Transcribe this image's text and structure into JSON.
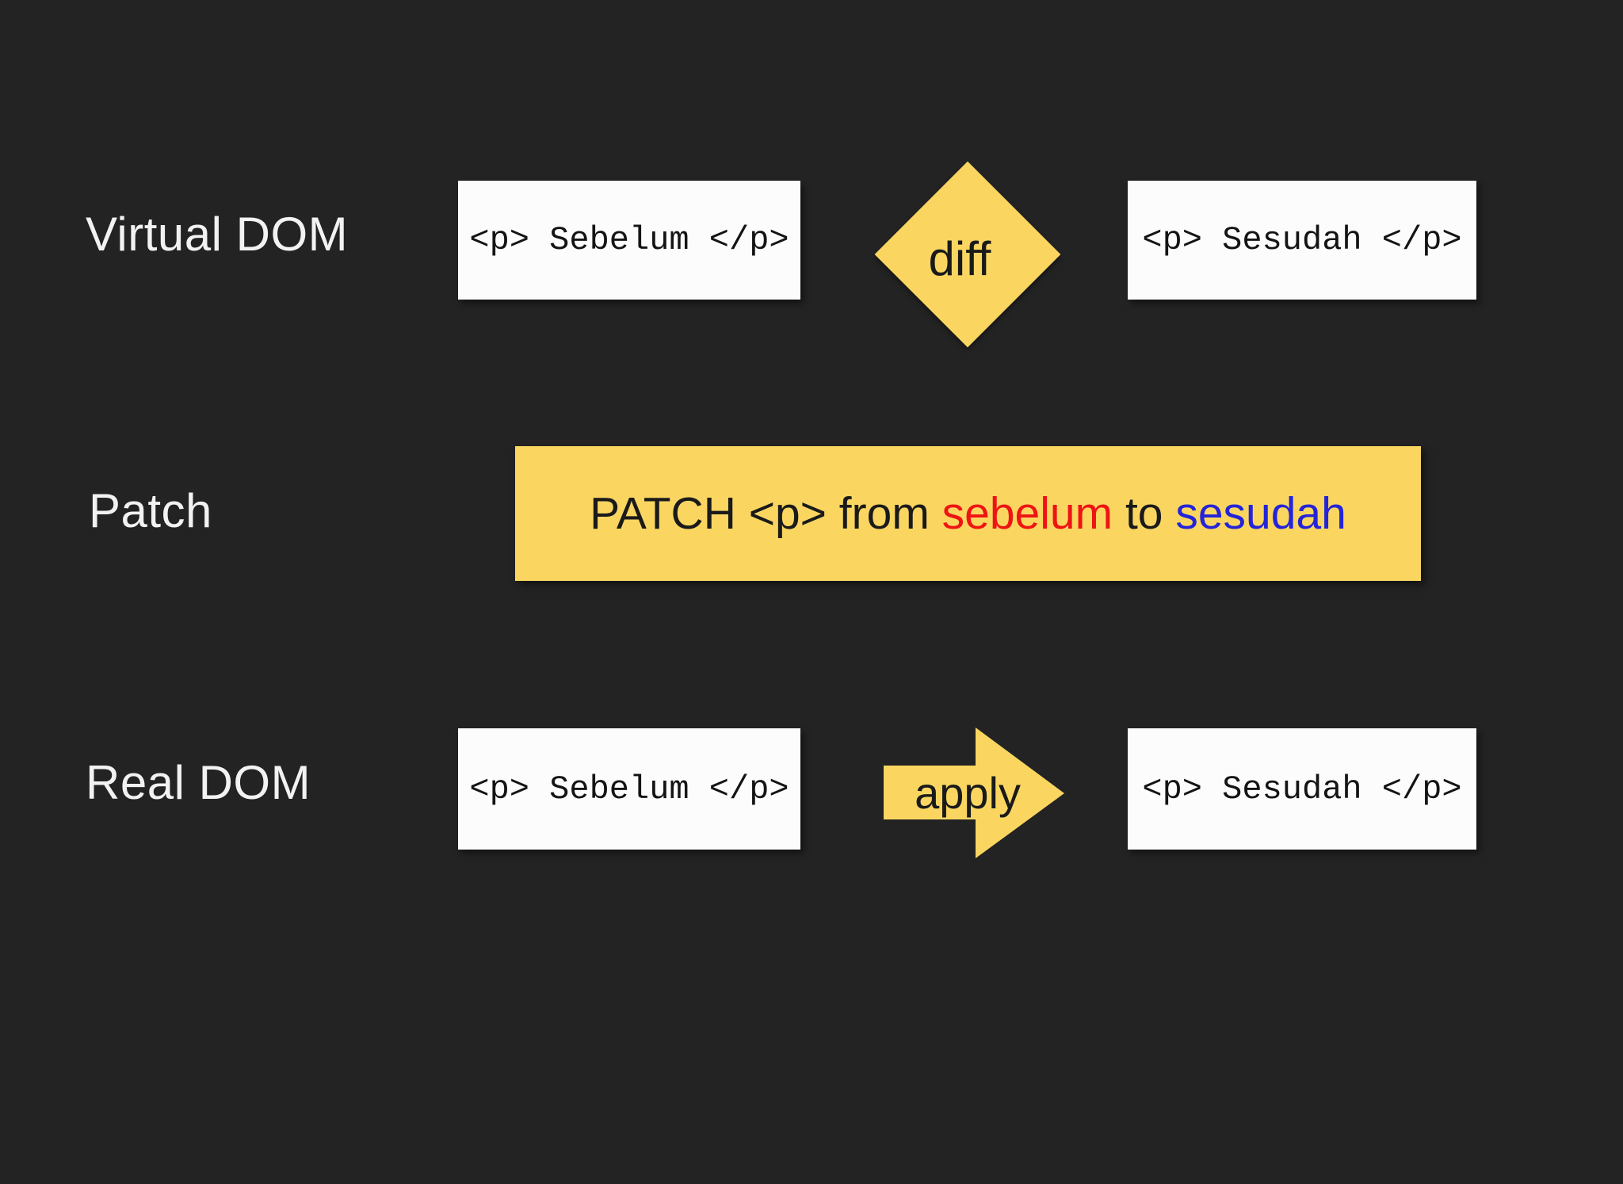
{
  "theme": {
    "background": "#232323",
    "accent_yellow": "#FAD661",
    "box_white": "#FCFCFC",
    "label_text": "#F2F2F2",
    "code_text": "#141414",
    "patch_text": "#1A1A1A",
    "red_word": "#EE1414",
    "blue_word": "#2424D8"
  },
  "rows": {
    "virtual_dom": {
      "label": "Virtual DOM",
      "before_code": "<p> Sebelum </p>",
      "diff_label": "diff",
      "after_code": "<p> Sesudah </p>"
    },
    "patch": {
      "label": "Patch",
      "text_parts": {
        "prefix": "PATCH <p> from ",
        "from_word": "sebelum",
        "middle": " to ",
        "to_word": "sesudah"
      }
    },
    "real_dom": {
      "label": "Real DOM",
      "before_code": "<p> Sebelum </p>",
      "apply_label": "apply",
      "after_code": "<p> Sesudah </p>"
    }
  }
}
